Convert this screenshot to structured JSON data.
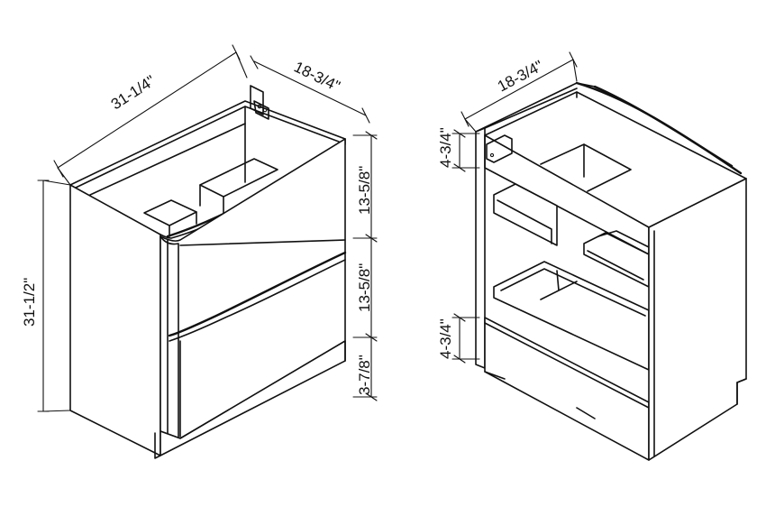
{
  "front_view": {
    "width": "31-1/4\"",
    "depth": "18-3/4\"",
    "height": "31-1/2\"",
    "top_drawer_height": "13-5/8\"",
    "bottom_drawer_height": "13-5/8\"",
    "toe_kick_height": "3-7/8\""
  },
  "back_view": {
    "depth": "18-3/4\"",
    "top_rail_height": "4-3/4\"",
    "bottom_rail_height": "4-3/4\""
  }
}
